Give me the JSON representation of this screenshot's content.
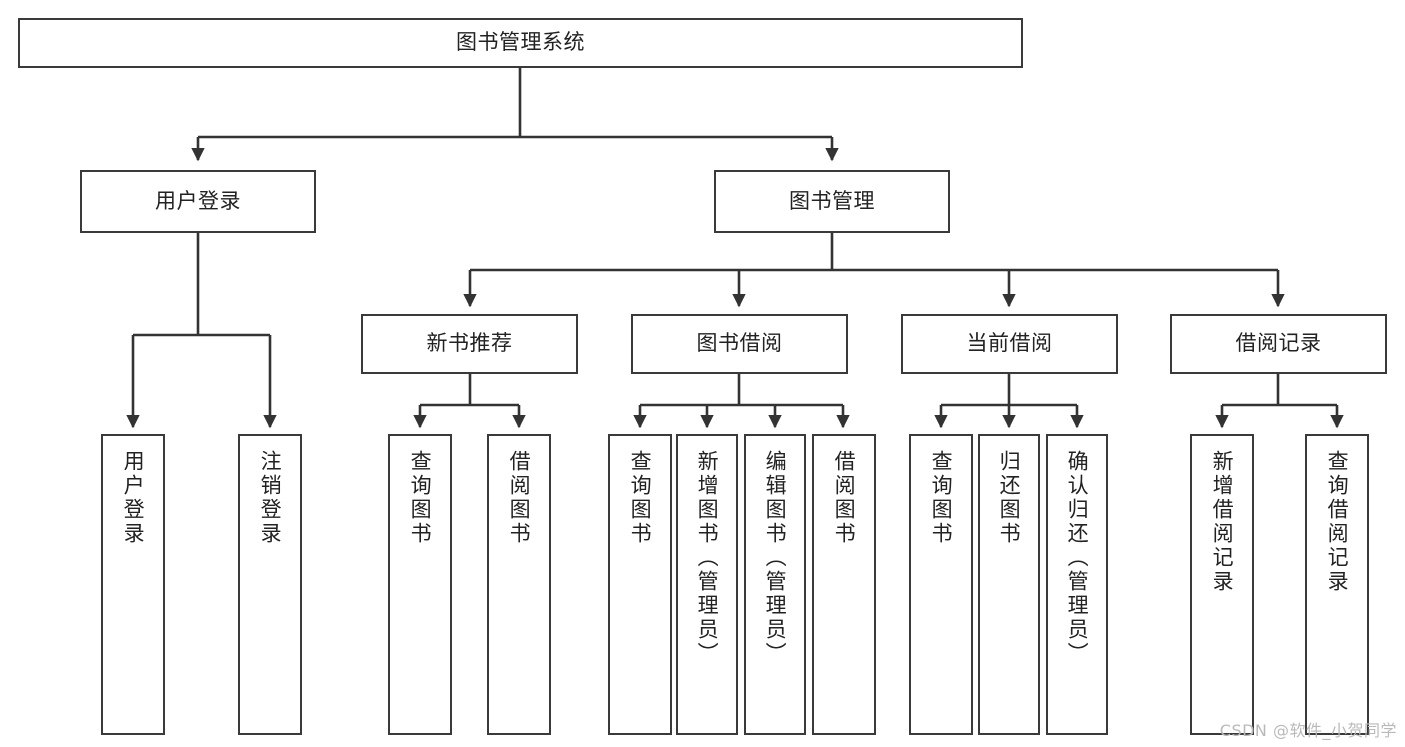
{
  "diagram": {
    "title": "图书管理系统",
    "type": "tree",
    "watermark": "CSDN @软件_小贺同学",
    "colors": {
      "box_border": "#3a3a3a",
      "box_fill": "#ffffff",
      "connector": "#333333",
      "text": "#222222",
      "watermark": "#b9b9b9",
      "background": "#ffffff"
    },
    "nodes": {
      "root": {
        "label": "图书管理系统"
      },
      "level2": [
        {
          "id": "user-login",
          "label": "用户登录"
        },
        {
          "id": "book-manage",
          "label": "图书管理"
        }
      ],
      "level3": [
        {
          "id": "new-book-recommend",
          "label": "新书推荐"
        },
        {
          "id": "book-borrow",
          "label": "图书借阅"
        },
        {
          "id": "current-borrow",
          "label": "当前借阅"
        },
        {
          "id": "borrow-record",
          "label": "借阅记录"
        }
      ],
      "leaves": {
        "user-login": [
          {
            "id": "leaf-user-login",
            "label": "用户登录"
          },
          {
            "id": "leaf-logout",
            "label": "注销登录"
          }
        ],
        "new-book-recommend": [
          {
            "id": "leaf-query-book-1",
            "label": "查询图书"
          },
          {
            "id": "leaf-borrow-book-1",
            "label": "借阅图书"
          }
        ],
        "book-borrow": [
          {
            "id": "leaf-query-book-2",
            "label": "查询图书"
          },
          {
            "id": "leaf-add-book",
            "label": "新增图书（管理员）"
          },
          {
            "id": "leaf-edit-book",
            "label": "编辑图书（管理员）"
          },
          {
            "id": "leaf-borrow-book-2",
            "label": "借阅图书"
          }
        ],
        "current-borrow": [
          {
            "id": "leaf-query-book-3",
            "label": "查询图书"
          },
          {
            "id": "leaf-return-book",
            "label": "归还图书"
          },
          {
            "id": "leaf-confirm-return",
            "label": "确认归还（管理员）"
          }
        ],
        "borrow-record": [
          {
            "id": "leaf-add-record",
            "label": "新增借阅记录"
          },
          {
            "id": "leaf-query-record",
            "label": "查询借阅记录"
          }
        ]
      }
    }
  }
}
